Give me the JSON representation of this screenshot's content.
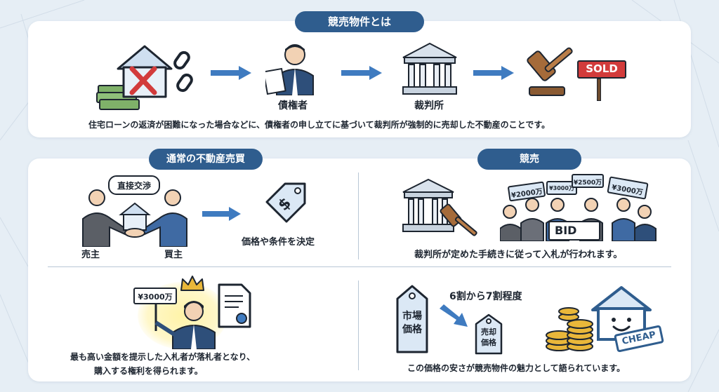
{
  "title": "競売物件とは",
  "overview": {
    "creditor_label": "債権者",
    "court_label": "裁判所",
    "sold_sign": "SOLD",
    "description": "住宅ローンの返済が困難になった場合などに、債権者の申し立てに基づいて裁判所が強制的に売却した不動産のことです。"
  },
  "normal_sale": {
    "title": "通常の不動産売買",
    "negotiation_bubble": "直接交渉",
    "seller_label": "売主",
    "buyer_label": "買主",
    "price_conditions": "価格や条件を決定",
    "winner_sign": "¥3000万",
    "winner_text_line1": "最も高い金額を提示した入札者が落札者となり、",
    "winner_text_line2": "購入する権利を得られます。"
  },
  "auction": {
    "title": "競売",
    "bid_signs": [
      "¥2000万",
      "¥3000万",
      "¥2500万",
      "¥3000万"
    ],
    "bid_board": "BID",
    "process_text": "裁判所が定めた手続きに従って入札が行われます。",
    "market_price_tag": "市場価格",
    "sale_price_tag": "売却価格",
    "ratio_text": "6割から7割程度",
    "cheap_stamp": "CHEAP",
    "appeal_text": "この価格の安さが競売物件の魅力として語られています。"
  },
  "colors": {
    "accent": "#2f5d8e",
    "arrow": "#3f7bc0",
    "sold_red": "#d23b3b",
    "gold": "#e9b73a",
    "tag_fill": "#dbe8f5"
  }
}
